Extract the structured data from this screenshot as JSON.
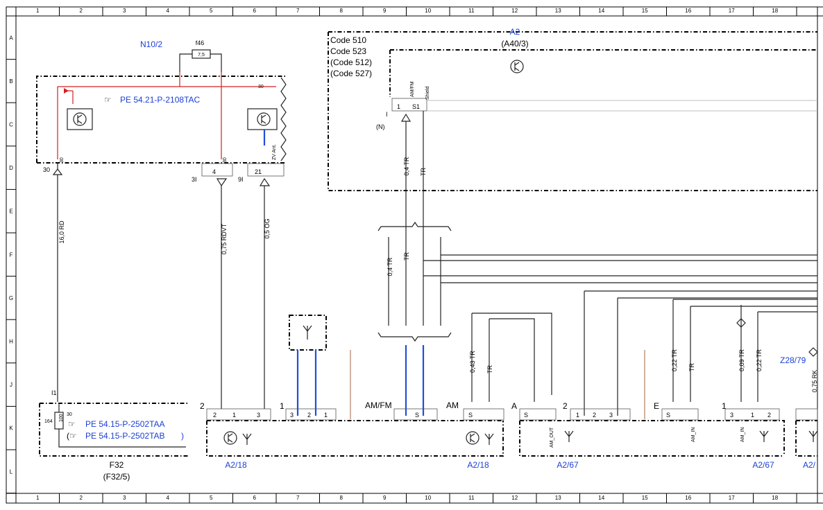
{
  "grid": {
    "columns": [
      "1",
      "2",
      "3",
      "4",
      "5",
      "6",
      "7",
      "8",
      "9",
      "10",
      "11",
      "12",
      "13",
      "14",
      "15",
      "16",
      "17",
      "18"
    ],
    "rows": [
      "A",
      "B",
      "C",
      "D",
      "E",
      "F",
      "G",
      "H",
      "J",
      "K",
      "L"
    ]
  },
  "components": {
    "n10_2": {
      "name": "N10/2",
      "ref": "PE 54.21-P-2108TAC"
    },
    "fuse_f46": {
      "name": "f46",
      "rating": "7,5"
    },
    "a2_box": {
      "name": "A2",
      "alias": "(A40/3)",
      "codes": [
        "Code 510",
        "Code 523",
        "(Code 512)",
        "(Code 527)"
      ],
      "pin_i": "I",
      "pin_n": "(N)"
    },
    "f32": {
      "name": "F32",
      "alias": "(F32/5)",
      "refs": [
        "PE 54.15-P-2502TAA",
        "PE 54.15-P-2502TAB"
      ],
      "fuse_value": "100",
      "fuse_num": "164",
      "pin_30": "30",
      "pin_i1": "I1"
    },
    "a2_18": {
      "name": "A2/18"
    },
    "a2_67": {
      "name": "A2/67"
    },
    "z28_79": {
      "name": "Z28/79"
    },
    "a2_partial": {
      "name": "A2/"
    }
  },
  "pins": {
    "p30_left": "30",
    "p30_inner": "30",
    "p30_bus": "30",
    "p30_mid": "30",
    "p4": "4",
    "p3i": "3I",
    "p9i": "9I",
    "p21": "21",
    "zv_ant": "ZV Ant.",
    "amfm": "AM/FM",
    "shield": "Shield",
    "p1": "1",
    "ps1": "S1"
  },
  "wires": {
    "w16rd": "16,0 RD",
    "w075rdvt": "0,75 RDVT",
    "w05og": "0,5 OG",
    "w04tr_a": "0,4 TR",
    "wtr_a": "TR",
    "w04tr_b": "0,4 TR",
    "wtr_b": "TR",
    "w043tr": "0,43 TR",
    "wtr_c": "TR",
    "w022tr_a": "0,22 TR",
    "wtr_d": "TR",
    "w009tr": "0,09 TR",
    "w022tr_b": "0,22 TR",
    "w075rk": "0,75 RK"
  },
  "connectors": {
    "c2_a": "2",
    "c1_a": "1",
    "camfm": "AM/FM",
    "cam": "AM",
    "ca": "A",
    "c2_b": "2",
    "ce": "E",
    "c1_b": "1",
    "pins_a": [
      "2",
      "1",
      "3"
    ],
    "pins_b": [
      "3",
      "2",
      "1"
    ],
    "pins_s": "S",
    "pins_c": [
      "1",
      "2",
      "3"
    ],
    "pins_d": [
      "3",
      "1",
      "2"
    ],
    "am_out": "AM_OUT",
    "am_in": "AM_IN",
    "am_in2": "AM_IN"
  }
}
